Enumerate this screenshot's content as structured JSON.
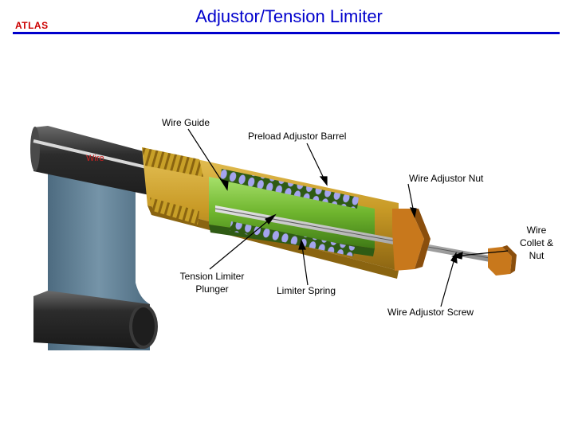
{
  "header": {
    "logo_text": "ATLAS",
    "title": "Adjustor/Tension Limiter",
    "title_color": "#0000cc",
    "logo_color": "#cc0000",
    "rule_color": "#0000cc"
  },
  "labels": {
    "wire_guide": "Wire Guide",
    "preload_adjustor_barrel": "Preload Adjustor Barrel",
    "wire": "Wire",
    "wire_adjustor_nut": "Wire Adjustor Nut",
    "wire_collet_nut_line1": "Wire",
    "wire_collet_nut_line2": "Collet &",
    "wire_collet_nut_line3": "Nut",
    "tension_limiter_plunger_line1": "Tension Limiter",
    "tension_limiter_plunger_line2": "Plunger",
    "limiter_spring": "Limiter Spring",
    "wire_adjustor_screw": "Wire Adjustor Screw"
  },
  "colors": {
    "wire_label": "#cc2222",
    "brass": "#c8a028",
    "green_part": "#7cc23a",
    "dark_tube": "#3a3a3a",
    "mount_blue": "#5f7f95",
    "spring": "#8a8ad8"
  }
}
